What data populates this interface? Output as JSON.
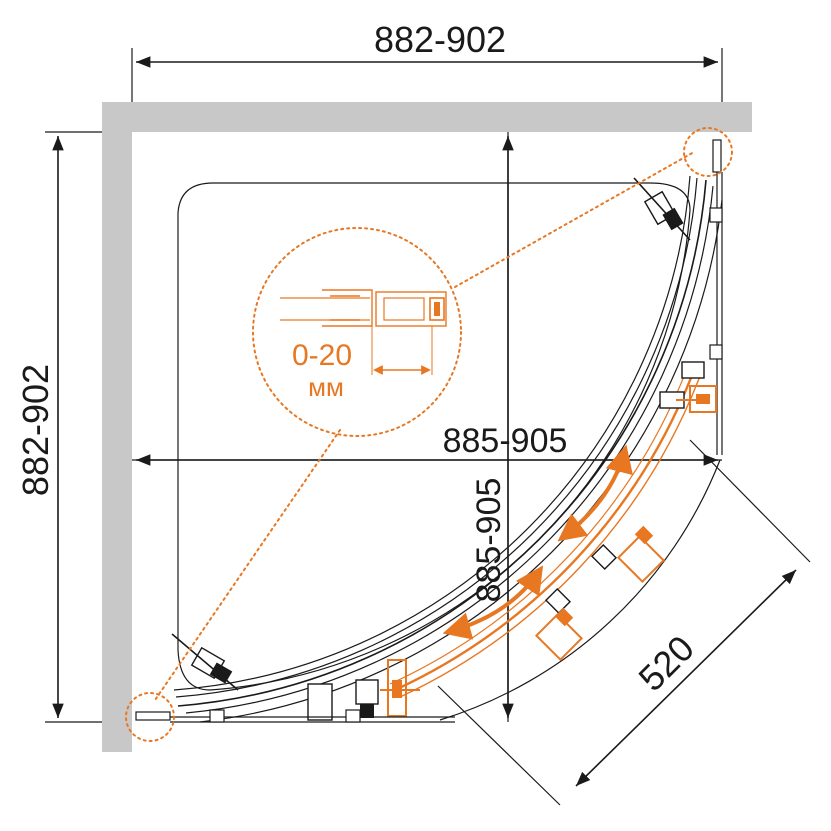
{
  "dimensions": {
    "top_width": "882-902",
    "left_height": "882-902",
    "inner_width": "885-905",
    "inner_height": "885-905",
    "diagonal": "520"
  },
  "detail": {
    "adjustment_range": "0-20",
    "unit": "мм"
  },
  "colors": {
    "accent": "#e87722",
    "wall": "#c8c8c8",
    "line": "#1a1a1a"
  }
}
